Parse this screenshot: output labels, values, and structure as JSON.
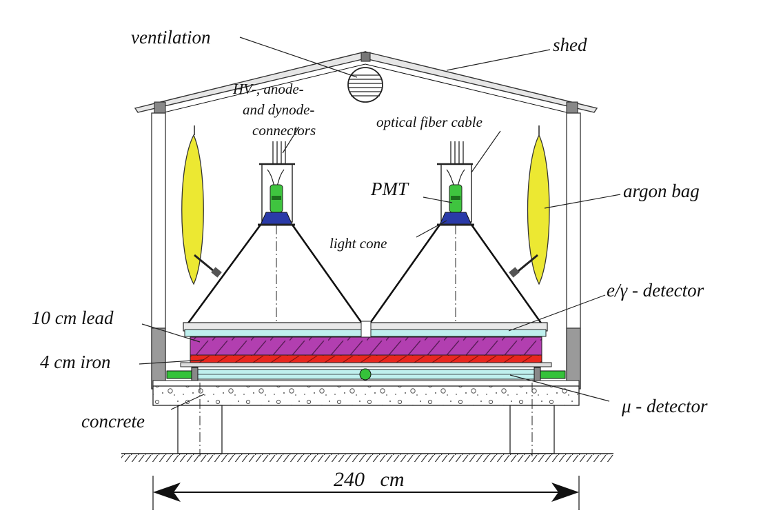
{
  "labels": {
    "ventilation": "ventilation",
    "shed": "shed",
    "connectors": [
      "HV-, anode-",
      "and dynode-",
      "connectors"
    ],
    "optical_fiber": "optical fiber cable",
    "pmt": "PMT",
    "light_cone": "light cone",
    "argon_bag": "argon bag",
    "e_gamma_detector": "e/γ - detector",
    "lead": "10 cm lead",
    "iron": "4 cm iron",
    "concrete": "concrete",
    "mu_detector": "μ - detector",
    "width": "240   cm"
  },
  "colors": {
    "argon_bag": "#ece832",
    "pmt_green": "#3fc43f",
    "light_cone_blue": "#2a3aa8",
    "detector_cyan": "#bff0ee",
    "lead_purple": "#b23fb0",
    "iron_red": "#e8271f",
    "tube_green": "#35c23a",
    "wall_gray": "#9a9a9a"
  }
}
